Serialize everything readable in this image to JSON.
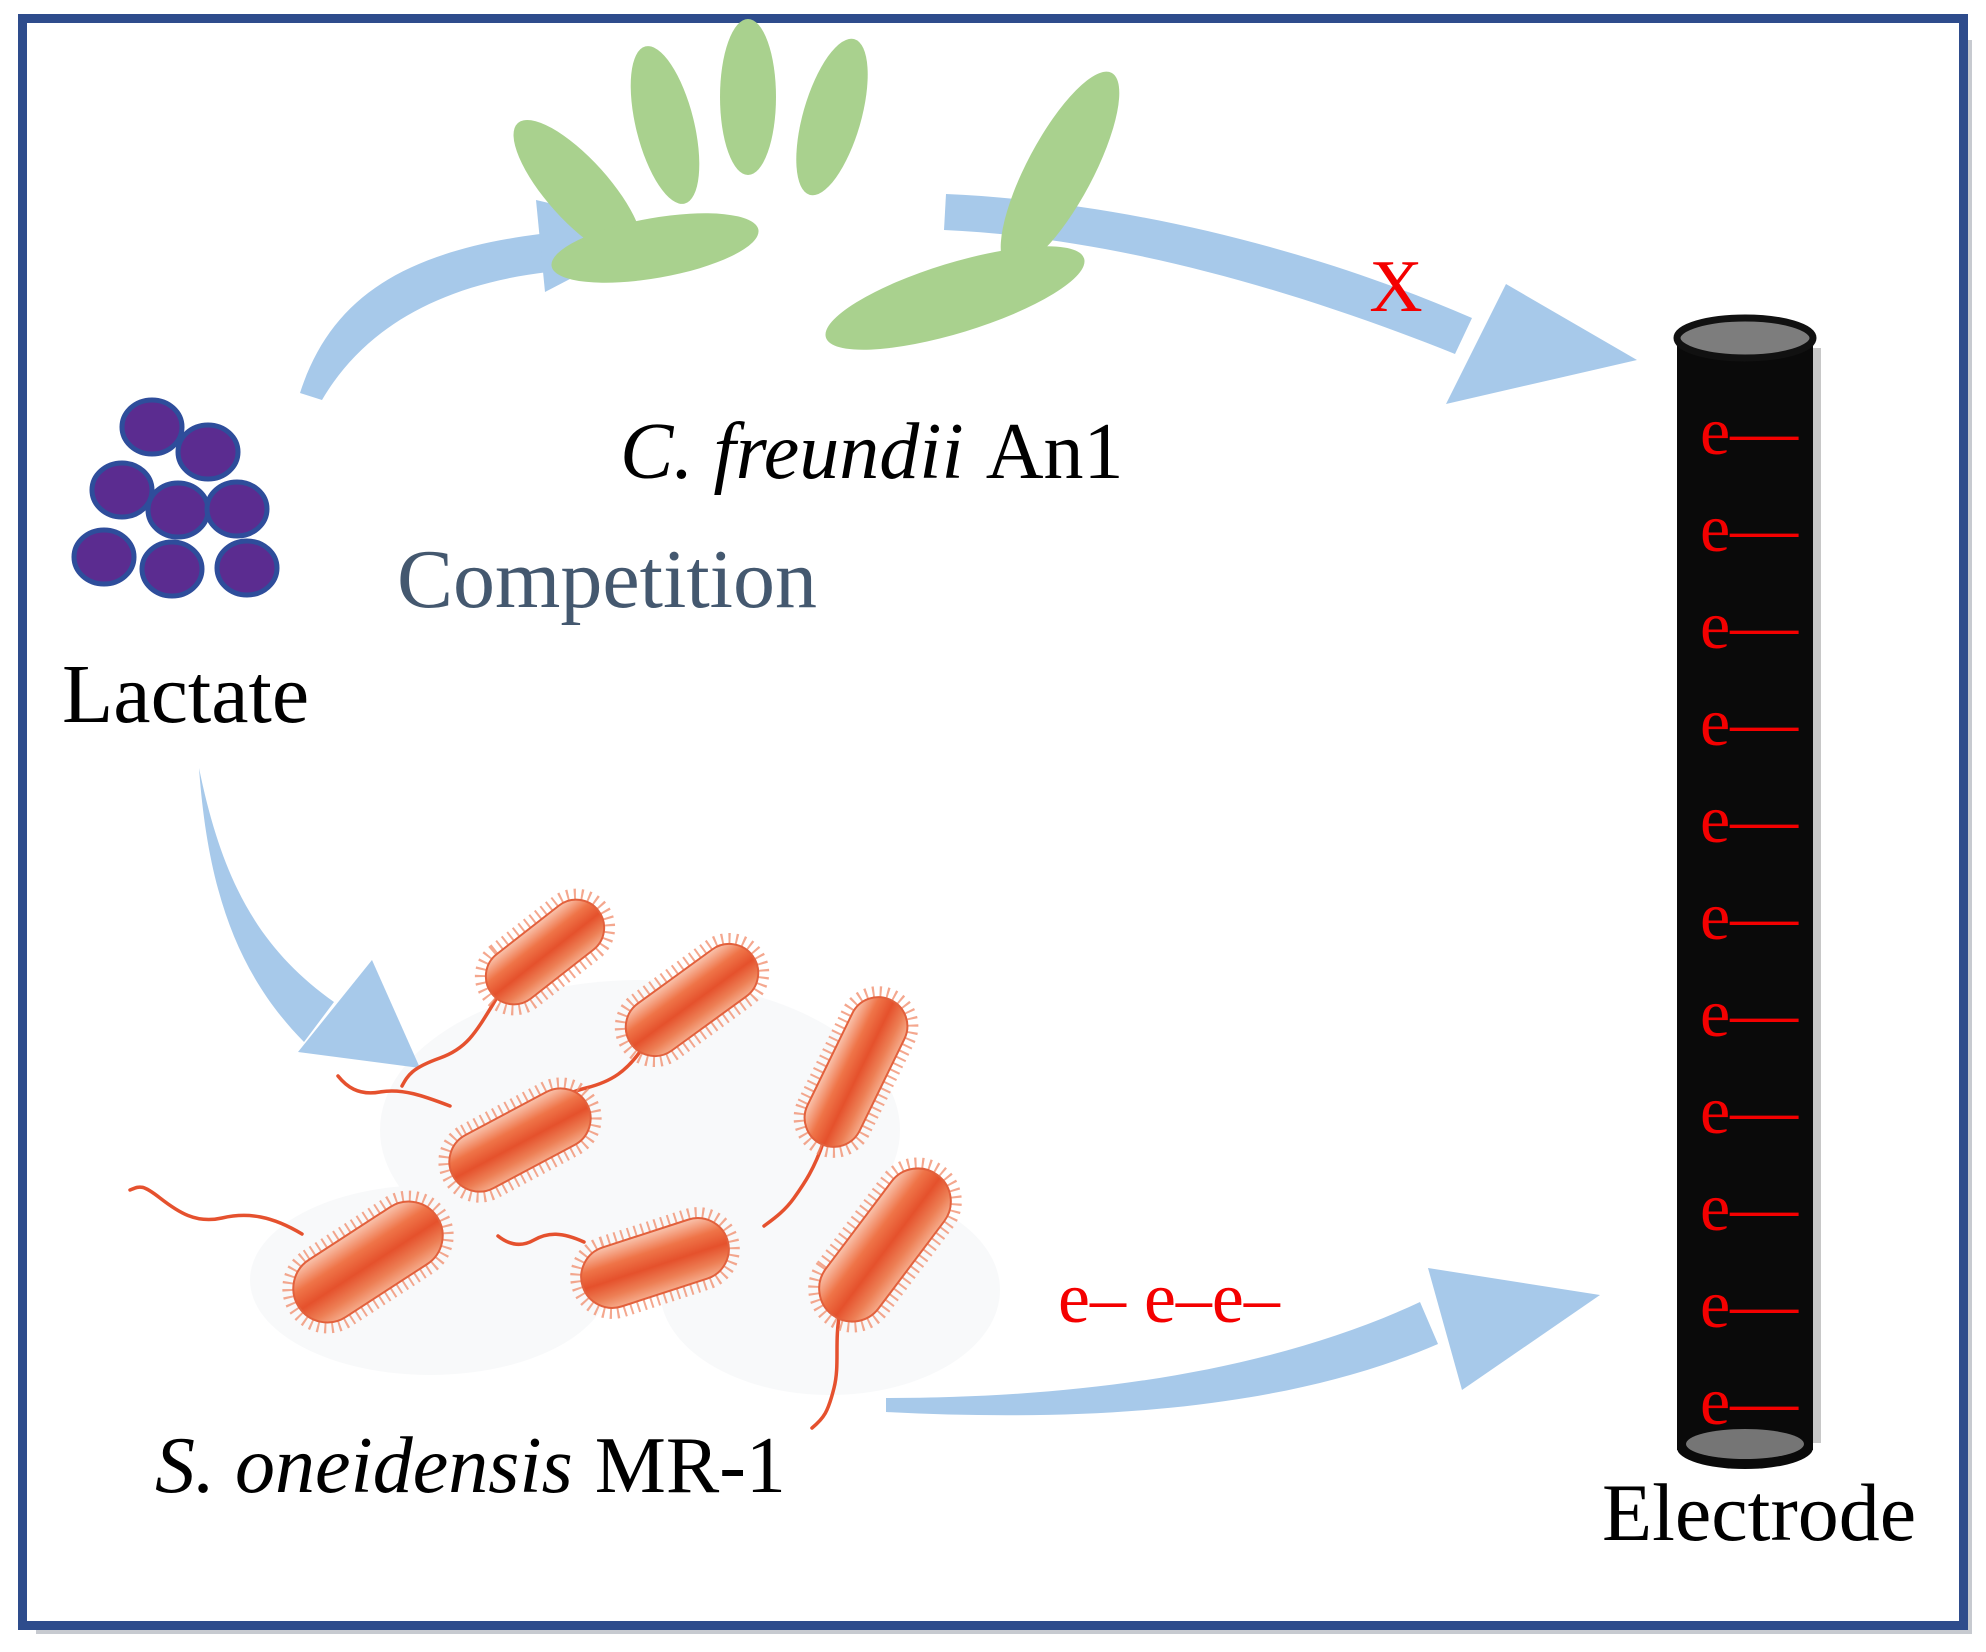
{
  "figure": {
    "labels": {
      "lactate": "Lactate",
      "competition": "Competition",
      "c_freundii_species": "C. freundii",
      "c_freundii_strain": "An1",
      "s_oneidensis_species": "S. oneidensis",
      "s_oneidensis_strain": "MR-1",
      "blocked_mark": "X",
      "electron_flow": "e– e–e–",
      "electrode": "Electrode"
    },
    "electrode": {
      "electron_label": "e—",
      "electron_count": 11
    },
    "colors": {
      "border_blue": "#2e4c8c",
      "arrow_blue": "#a7c9ea",
      "competition_text": "#44586f",
      "lactate_purple": "#5b2c90",
      "lactate_outline": "#2e4d9b",
      "green_bacteria": "#a9d18e",
      "red_bacteria": "#e5512c",
      "electron_red": "#f40000",
      "electrode_body": "#0a0a0a",
      "electrode_cap_gray": "#7d7d7d",
      "text_black": "#000000"
    }
  }
}
